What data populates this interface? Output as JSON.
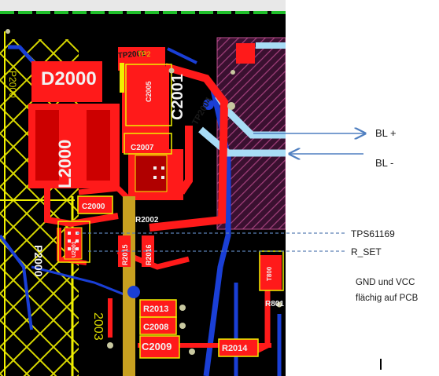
{
  "pcb": {
    "designators": {
      "d2000": "D2000",
      "l2000": "L2000",
      "c2000": "C2000",
      "c2001": "C2001",
      "c2005": "C2005",
      "c2007": "C2007",
      "c2008": "C2008",
      "c2009": "C2009",
      "r2002": "R2002",
      "r2013": "R2013",
      "r2014": "R2014",
      "r2015": "R2015",
      "r2016": "R2016",
      "u2001": "U2001",
      "tp2001": "TP2001",
      "tp2004": "TP2004",
      "p2000": "P2000",
      "r801": "R801",
      "t800": "T800"
    },
    "silkscreen": {
      "p2000_side": "P2000",
      "p2003": "2003",
      "tp2001_yellow": "TP2"
    }
  },
  "annotations": {
    "bl_plus": "BL +",
    "bl_minus": "BL -",
    "tps": "TPS61169",
    "r_set": "R_SET",
    "gnd_line1": "GND und VCC",
    "gnd_line2": "flächig auf PCB"
  },
  "colors": {
    "background": "#000000",
    "top_copper": "#ff1a1a",
    "bottom_copper": "#1a3fd6",
    "silkscreen": "#f0f000",
    "keepout_hatch": "#8a3a6a",
    "trace_light_blue": "#a8dcf5",
    "via": "#c8c8a0",
    "border_green": "#1fbf2a",
    "arrow": "#4f7fc0",
    "dashed_line": "#5a7fb5"
  }
}
